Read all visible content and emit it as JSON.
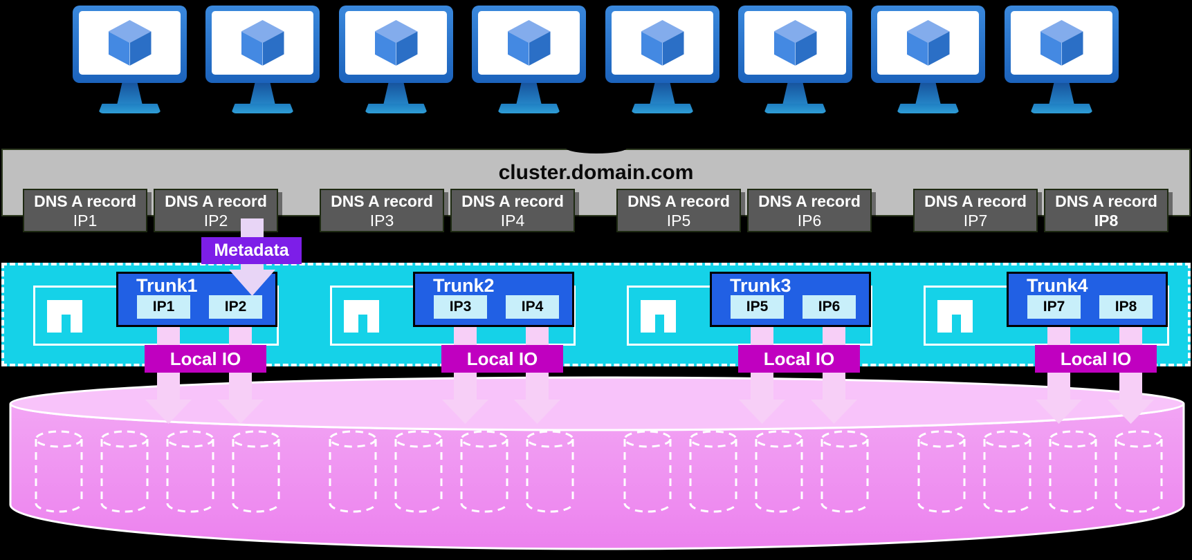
{
  "header": {
    "title": "cluster.domain.com"
  },
  "monitors": {
    "count": 8,
    "icon": "azure-vm-monitor-icon"
  },
  "dns_records": [
    {
      "label": "DNS A record",
      "ip": "IP1",
      "bold_ip": false
    },
    {
      "label": "DNS A record",
      "ip": "IP2",
      "bold_ip": false
    },
    {
      "label": "DNS A record",
      "ip": "IP3",
      "bold_ip": false
    },
    {
      "label": "DNS A record",
      "ip": "IP4",
      "bold_ip": false
    },
    {
      "label": "DNS A record",
      "ip": "IP5",
      "bold_ip": false
    },
    {
      "label": "DNS A record",
      "ip": "IP6",
      "bold_ip": false
    },
    {
      "label": "DNS A record",
      "ip": "IP7",
      "bold_ip": false
    },
    {
      "label": "DNS A record",
      "ip": "IP8",
      "bold_ip": true
    }
  ],
  "metadata": {
    "label": "Metadata"
  },
  "trunks": [
    {
      "name": "Trunk1",
      "ips": [
        "IP1",
        "IP2"
      ],
      "local_io": "Local IO"
    },
    {
      "name": "Trunk2",
      "ips": [
        "IP3",
        "IP4"
      ],
      "local_io": "Local IO"
    },
    {
      "name": "Trunk3",
      "ips": [
        "IP5",
        "IP6"
      ],
      "local_io": "Local IO"
    },
    {
      "name": "Trunk4",
      "ips": [
        "IP7",
        "IP8"
      ],
      "local_io": "Local IO"
    }
  ],
  "storage_pool": {
    "disk_groups": 4,
    "disks_per_group": 4
  },
  "colors": {
    "background": "#000000",
    "dns_bar_gray": "#BFBFBF",
    "dns_box_gray": "#595959",
    "metadata_purple": "#7D1EE8",
    "metadata_arrow_lavender": "#E8D5F6",
    "band_cyan": "#15D2E8",
    "trunk_blue": "#2160E4",
    "ip_chip_pale_cyan": "#C8EFFA",
    "local_io_magenta": "#C000C0",
    "connector_pink": "#F7CFF7",
    "pool_pink": "#EE8BF0",
    "pool_top_pink": "#F8C3FA",
    "monitor_blue": "#2B7BD4"
  }
}
